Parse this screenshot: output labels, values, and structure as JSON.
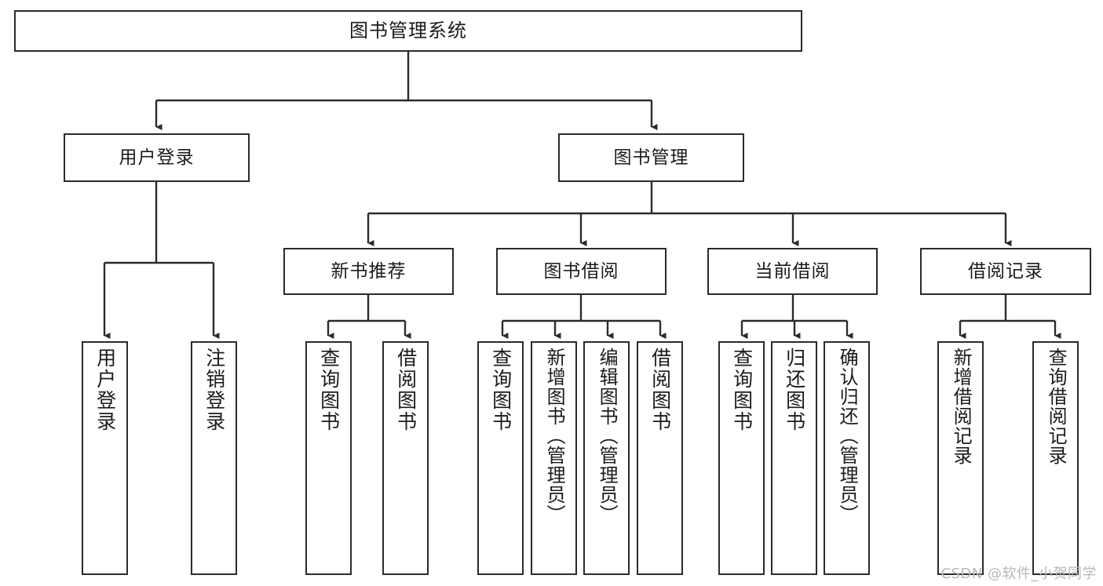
{
  "diagram": {
    "title": "图书管理系统",
    "watermark": "CSDN @软件_小贺同学",
    "root": {
      "label": "图书管理系统"
    },
    "level2": [
      {
        "label": "用户登录"
      },
      {
        "label": "图书管理"
      }
    ],
    "level3": [
      {
        "label": "新书推荐"
      },
      {
        "label": "图书借阅"
      },
      {
        "label": "当前借阅"
      },
      {
        "label": "借阅记录"
      }
    ],
    "leaves": {
      "user_login": [
        {
          "label": "用户登录"
        },
        {
          "label": "注销登录"
        }
      ],
      "new_book_recommend": [
        {
          "label": "查询图书"
        },
        {
          "label": "借阅图书"
        }
      ],
      "book_borrow": [
        {
          "label": "查询图书"
        },
        {
          "label": "新增图书（管理员）"
        },
        {
          "label": "编辑图书（管理员）"
        },
        {
          "label": "借阅图书"
        }
      ],
      "current_borrow": [
        {
          "label": "查询图书"
        },
        {
          "label": "归还图书"
        },
        {
          "label": "确认归还（管理员）"
        }
      ],
      "borrow_record": [
        {
          "label": "新增借阅记录"
        },
        {
          "label": "查询借阅记录"
        }
      ]
    }
  },
  "colors": {
    "stroke": "#2b2b2b",
    "background": "#ffffff",
    "text": "#1b1b1b",
    "watermark": "#b9b9b9"
  }
}
